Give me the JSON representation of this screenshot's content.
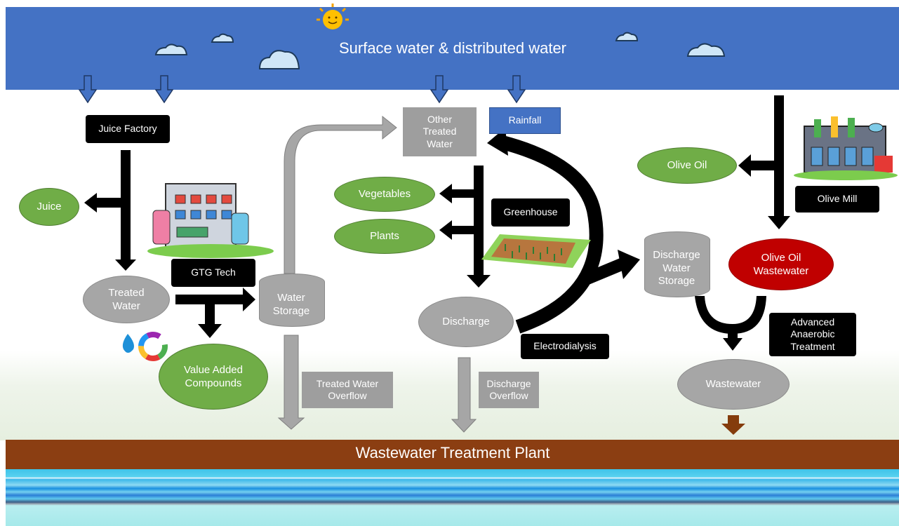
{
  "sky": {
    "title": "Surface water & distributed water"
  },
  "bottom": {
    "title": "Wastewater Treatment Plant"
  },
  "nodes": {
    "juice_factory": "Juice Factory",
    "juice": "Juice",
    "gtg_tech": "GTG Tech",
    "treated_water": "Treated Water",
    "value_added": "Value Added Compounds",
    "water_storage": "Water Storage",
    "treated_overflow": "Treated Water Overflow",
    "other_treated": "Other Treated Water",
    "rainfall": "Rainfall",
    "vegetables": "Vegetables",
    "plants": "Plants",
    "greenhouse": "Greenhouse",
    "discharge": "Discharge",
    "electrodialysis": "Electrodialysis",
    "discharge_overflow": "Discharge Overflow",
    "discharge_storage": "Discharge Water Storage",
    "olive_oil": "Olive Oil",
    "olive_mill": "Olive Mill",
    "olive_wastewater": "Olive Oil Wastewater",
    "advanced_anaerobic": "Advanced Anaerobic Treatment",
    "wastewater": "Wastewater"
  },
  "colors": {
    "sky": "#4472c4",
    "green_node": "#70ad47",
    "grey_node": "#a6a6a6",
    "red_node": "#c00000",
    "black_label": "#000000",
    "treatment_band": "#8b3e12"
  },
  "icons": [
    "sun-icon",
    "cloud-icon",
    "juice-factory-icon",
    "greenhouse-icon",
    "olive-mill-icon",
    "water-drop-icon",
    "color-wheel-icon"
  ]
}
